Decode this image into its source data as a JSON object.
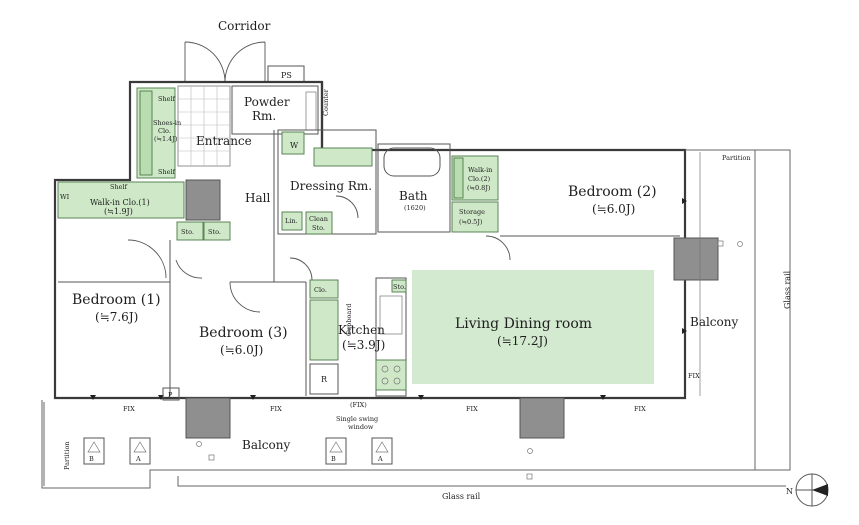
{
  "corridor": "Corridor",
  "ps": "PS",
  "powder_room": [
    "Powder",
    "Rm."
  ],
  "counter": "Counter",
  "entrance": "Entrance",
  "shoes_in": [
    "Shoes-in",
    "Clo.",
    "(≒1.4J)"
  ],
  "shelf": "Shelf",
  "hall": "Hall",
  "dressing_room": "Dressing Rm.",
  "washer": "W",
  "linen": "Lin.",
  "clean_storage": [
    "Clean",
    "Sto."
  ],
  "bath": "Bath",
  "bath_size": "(1620)",
  "walk_in_clo_2": [
    "Walk-in",
    "Clo.(2)",
    "(≒0.8J)"
  ],
  "storage": "Storage",
  "storage_size": "(≒0.5J)",
  "walk_in_clo_1": [
    "Walk-in Clo.(1)",
    "(≒1.9J)"
  ],
  "wi_label": "WI",
  "sto": "Sto.",
  "bedroom2": "Bedroom (2)",
  "bedroom2_size": "(≒6.0J)",
  "bedroom1": "Bedroom (1)",
  "bedroom1_size": "(≒7.6J)",
  "bedroom3": "Bedroom (3)",
  "bedroom3_size": "(≒6.0J)",
  "clo": "Clo.",
  "cupboard": "Cupboard",
  "kitchen": "Kitchen",
  "kitchen_size": "(≒3.9J)",
  "fridge": "R",
  "living_dining": "Living Dining room",
  "living_dining_size": "(≒17.2J)",
  "partition": "Partition",
  "glass_rail": "Glass rail",
  "balcony": "Balcony",
  "fix": "FIX",
  "fix_paren": "(FIX)",
  "single_swing_window": [
    "Single swing",
    "window"
  ],
  "p": "P",
  "unit_a": "A",
  "unit_b": "B",
  "north": "N",
  "colors": {
    "storage_green": "#cfe8c8",
    "living_green": "#d3ead0",
    "column_gray": "#8f8f8f",
    "wall": "#3a3a3a"
  }
}
